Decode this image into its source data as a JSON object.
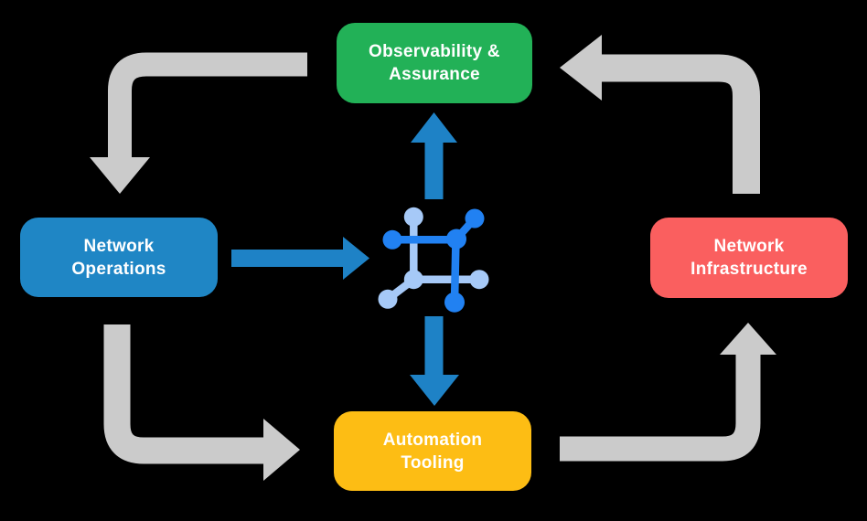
{
  "colors": {
    "background": "#000000",
    "arrow_gray": "#CBCBCB",
    "arrow_blue": "#1E82C6",
    "icon_blue_bright": "#2181F2",
    "icon_blue_light": "#A6C9F7",
    "node_text": "#FFFFFF"
  },
  "nodes": {
    "observability": {
      "line1": "Observability &",
      "line2": "Assurance",
      "color": "#22B157"
    },
    "network_operations": {
      "line1": "Network",
      "line2": "Operations",
      "color": "#1F86C5"
    },
    "network_infrastructure": {
      "line1": "Network",
      "line2": "Infrastructure",
      "color": "#FA5F5F"
    },
    "automation_tooling": {
      "line1": "Automation",
      "line2": "Tooling",
      "color": "#FDBD14"
    }
  },
  "center_icon": {
    "name": "network-automation-icon"
  },
  "arrows": [
    {
      "from": "observability",
      "to": "network_operations",
      "style": "elbow",
      "color": "#CBCBCB"
    },
    {
      "from": "network_operations",
      "to": "automation_tooling",
      "style": "elbow",
      "color": "#CBCBCB"
    },
    {
      "from": "automation_tooling",
      "to": "network_infrastructure",
      "style": "elbow",
      "color": "#CBCBCB"
    },
    {
      "from": "network_infrastructure",
      "to": "observability",
      "style": "elbow",
      "color": "#CBCBCB"
    },
    {
      "from": "network_operations",
      "to": "center_icon",
      "style": "straight",
      "color": "#1E82C6"
    },
    {
      "from": "center_icon",
      "to": "observability",
      "style": "straight",
      "color": "#1E82C6"
    },
    {
      "from": "center_icon",
      "to": "automation_tooling",
      "style": "straight",
      "color": "#1E82C6"
    }
  ]
}
